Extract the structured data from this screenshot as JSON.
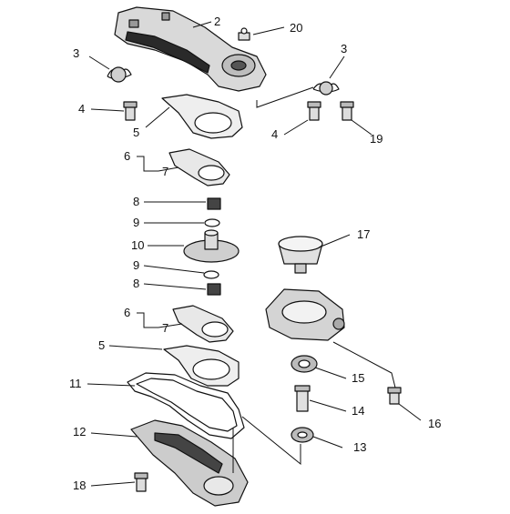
{
  "labels": {
    "l2": "2",
    "l20": "20",
    "l3a": "3",
    "l3b": "3",
    "l4a": "4",
    "l4b": "4",
    "l5a": "5",
    "l19": "19",
    "l6a": "6",
    "l7a": "7",
    "l8a": "8",
    "l9a": "9",
    "l10": "10",
    "l9b": "9",
    "l8b": "8",
    "l17": "17",
    "l6b": "6",
    "l7b": "7",
    "l5b": "5",
    "l11": "11",
    "l15": "15",
    "l14": "14",
    "l16": "16",
    "l12": "12",
    "l13": "13",
    "l18": "18"
  }
}
